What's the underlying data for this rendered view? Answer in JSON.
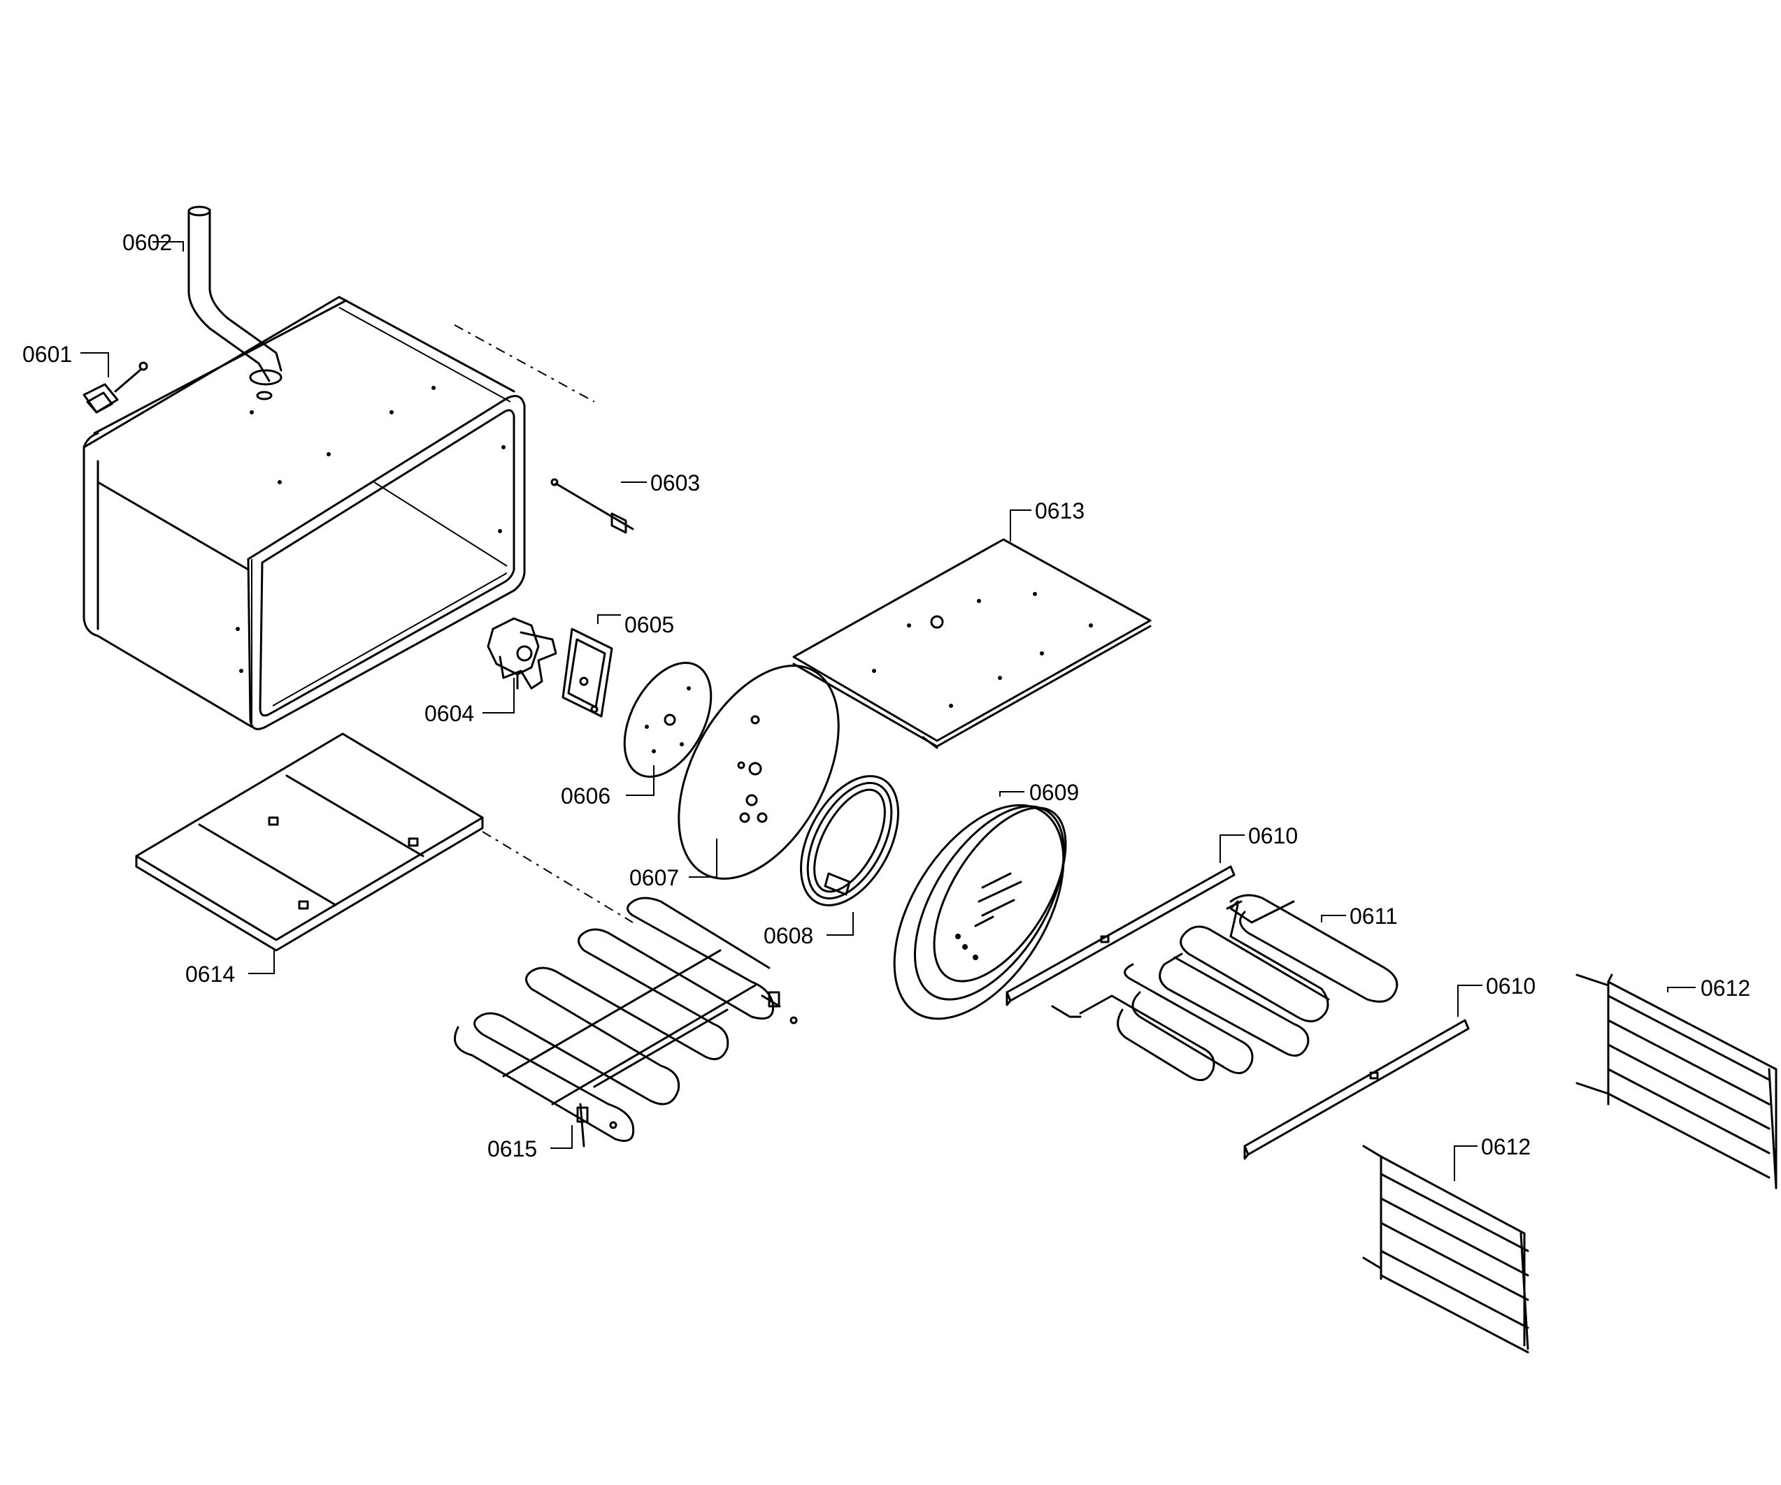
{
  "diagram": {
    "parts": [
      {
        "id": "0601",
        "label": "0601"
      },
      {
        "id": "0602",
        "label": "0602"
      },
      {
        "id": "0603",
        "label": "0603"
      },
      {
        "id": "0604",
        "label": "0604"
      },
      {
        "id": "0605",
        "label": "0605"
      },
      {
        "id": "0606",
        "label": "0606"
      },
      {
        "id": "0607",
        "label": "0607"
      },
      {
        "id": "0608",
        "label": "0608"
      },
      {
        "id": "0609",
        "label": "0609"
      },
      {
        "id": "0610a",
        "label": "0610"
      },
      {
        "id": "0610b",
        "label": "0610"
      },
      {
        "id": "0611",
        "label": "0611"
      },
      {
        "id": "0612a",
        "label": "0612"
      },
      {
        "id": "0612b",
        "label": "0612"
      },
      {
        "id": "0613",
        "label": "0613"
      },
      {
        "id": "0614",
        "label": "0614"
      },
      {
        "id": "0615",
        "label": "0615"
      }
    ]
  }
}
